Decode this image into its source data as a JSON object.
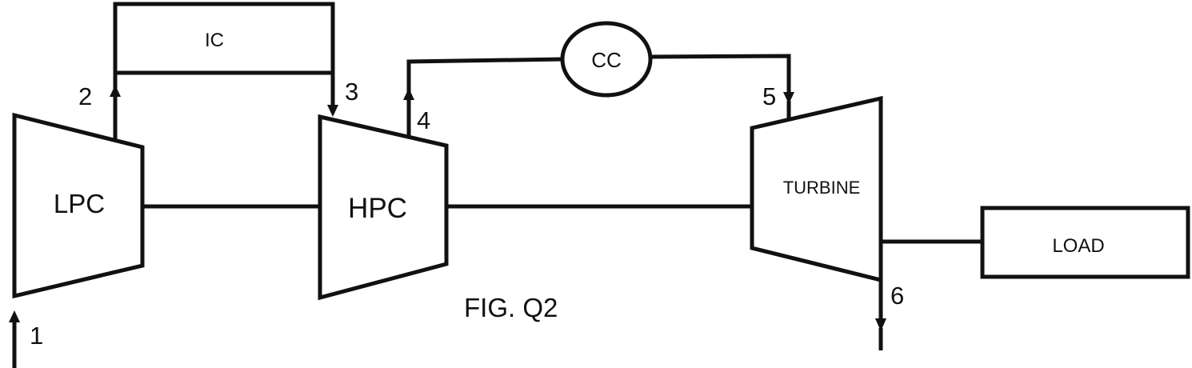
{
  "diagram": {
    "caption": "FIG. Q2",
    "components": {
      "lpc": "LPC",
      "hpc": "HPC",
      "turbine": "TURBINE",
      "intercooler": "IC",
      "combustion_chamber": "CC",
      "load": "LOAD"
    },
    "state_points": {
      "p1": "1",
      "p2": "2",
      "p3": "3",
      "p4": "4",
      "p5": "5",
      "p6": "6"
    },
    "colors": {
      "stroke": "#111111",
      "background": "#ffffff"
    }
  }
}
